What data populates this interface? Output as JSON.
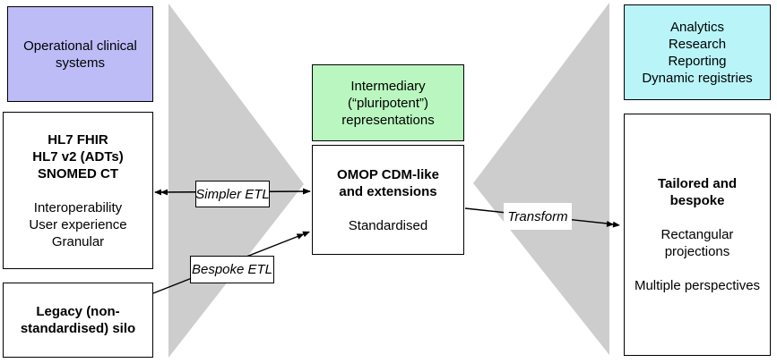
{
  "boxes": {
    "operational": {
      "label": "Operational clinical systems"
    },
    "standards": {
      "bold": [
        "HL7 FHIR",
        "HL7 v2 (ADTs)",
        "SNOMED CT"
      ],
      "regular": [
        "Interoperability",
        "User experience",
        "Granular"
      ]
    },
    "legacy": {
      "label": "Legacy (non-standardised) silo"
    },
    "intermediary": {
      "lines": [
        "Intermediary",
        "(“pluripotent”)",
        "representations"
      ]
    },
    "omop": {
      "bold": [
        "OMOP CDM-like",
        "and extensions"
      ],
      "regular": [
        "Standardised"
      ]
    },
    "analytics": {
      "lines": [
        "Analytics",
        "Research",
        "Reporting",
        "Dynamic registries"
      ]
    },
    "tailored": {
      "bold": [
        "Tailored and",
        "bespoke"
      ],
      "mid": [
        "Rectangular",
        "projections"
      ],
      "bottom": [
        "Multiple perspectives"
      ]
    }
  },
  "arrows": {
    "simpler_label": "Simpler ETL",
    "bespoke_label": "Bespoke ETL",
    "transform_label": "Transform"
  },
  "colors": {
    "purple": "#bdbcf7",
    "green": "#baf7c0",
    "cyan": "#b8f4f8",
    "gray": "#cdcdcd",
    "line": "#000000"
  }
}
